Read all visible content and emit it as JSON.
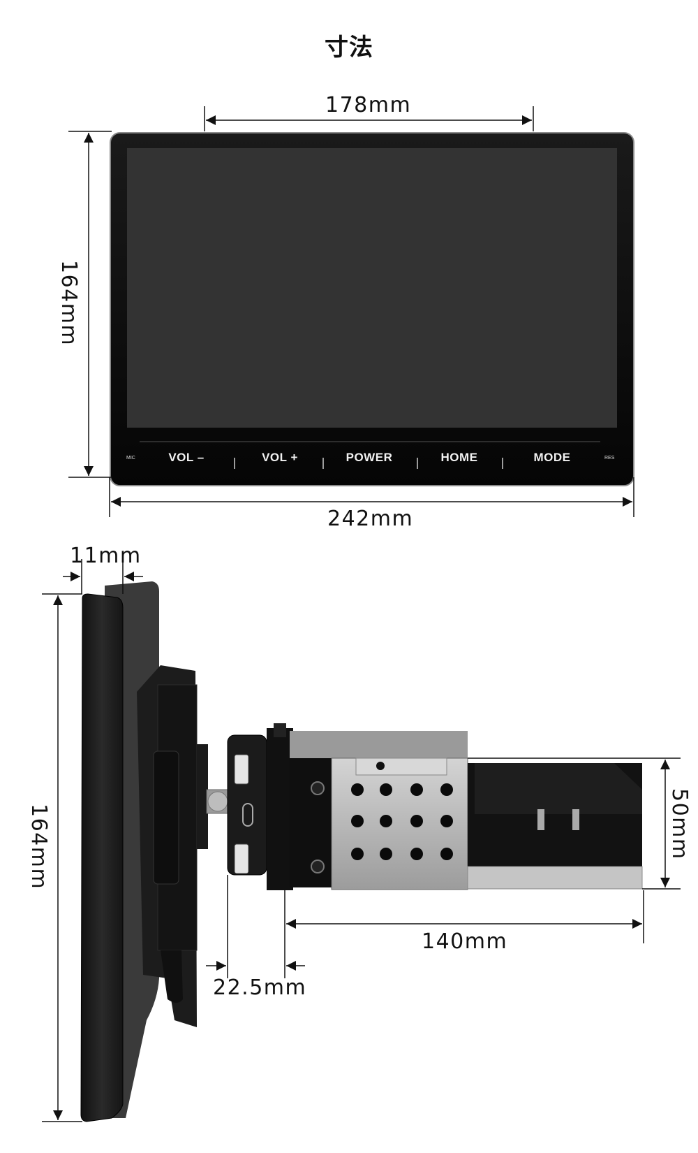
{
  "title": "寸法",
  "front": {
    "dims": {
      "screen_width": "178mm",
      "height": "164mm",
      "total_width": "242mm"
    },
    "buttons": [
      "VOL –",
      "VOL +",
      "POWER",
      "HOME",
      "MODE"
    ],
    "mic_label": "MIC",
    "res_label": "RES"
  },
  "side": {
    "dims": {
      "panel_thickness": "11mm",
      "height": "164mm",
      "chassis_height": "50mm",
      "chassis_depth": "140mm",
      "mount_offset": "22.5mm"
    }
  },
  "colors": {
    "screen": "#333333",
    "bezel": "#0d0d0d",
    "chassis": "#b9b9b9",
    "line": "#111111"
  }
}
